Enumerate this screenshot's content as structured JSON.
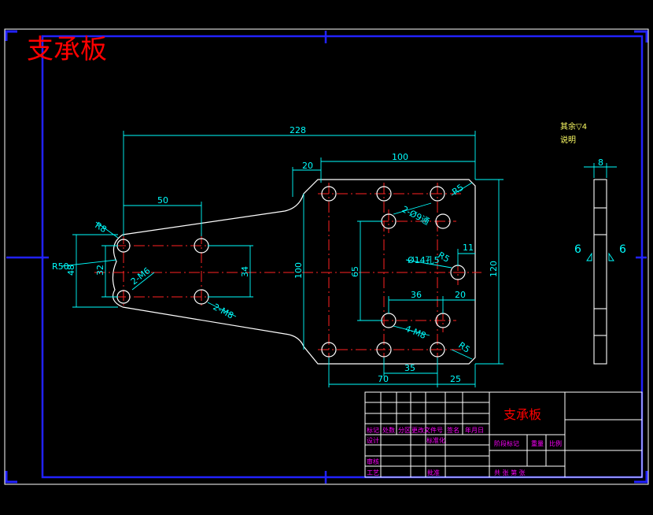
{
  "title": "支承板",
  "colors": {
    "frame": "#2222ff",
    "white": "#ffffff",
    "dim": "#00ffff",
    "center": "#ff2222",
    "title_red": "#ff0000",
    "table_magenta": "#ff00ff",
    "note_yellow": "#ffff66"
  },
  "dimensions": {
    "d228": "228",
    "d100_top": "100",
    "d20_top": "20",
    "d50": "50",
    "r8": "R8",
    "r50": "R50",
    "d48": "48",
    "d32": "32",
    "d34": "34",
    "d100_left": "100",
    "d65": "65",
    "d120": "120",
    "d11": "11",
    "d36": "36",
    "d20_right": "20",
    "d35": "35",
    "d70": "70",
    "d25": "25",
    "r5_top": "R5",
    "r5_bottom": "R5",
    "r5_mid": "R5",
    "holes_9": "2-Ø9通",
    "holes_14": "Ø14孔5",
    "m6": "2-M6",
    "m8_left": "2-M8",
    "m8_right": "4-M8",
    "side_width": "8"
  },
  "notes": {
    "roughness": "其余▽4",
    "cert": "说明"
  },
  "section": {
    "left_label": "6",
    "right_label": "6"
  },
  "title_block": {
    "part_name": "支承板",
    "row1": [
      "标记",
      "处数",
      "分区",
      "更改文件号",
      "签名",
      "年月日"
    ],
    "design": "设计",
    "standardize": "标准化",
    "stage_mark": "阶段标记",
    "weight": "重量",
    "scale": "比例",
    "review": "审核",
    "process": "工艺",
    "approve": "批准",
    "sheets": "共  张  第  张"
  }
}
